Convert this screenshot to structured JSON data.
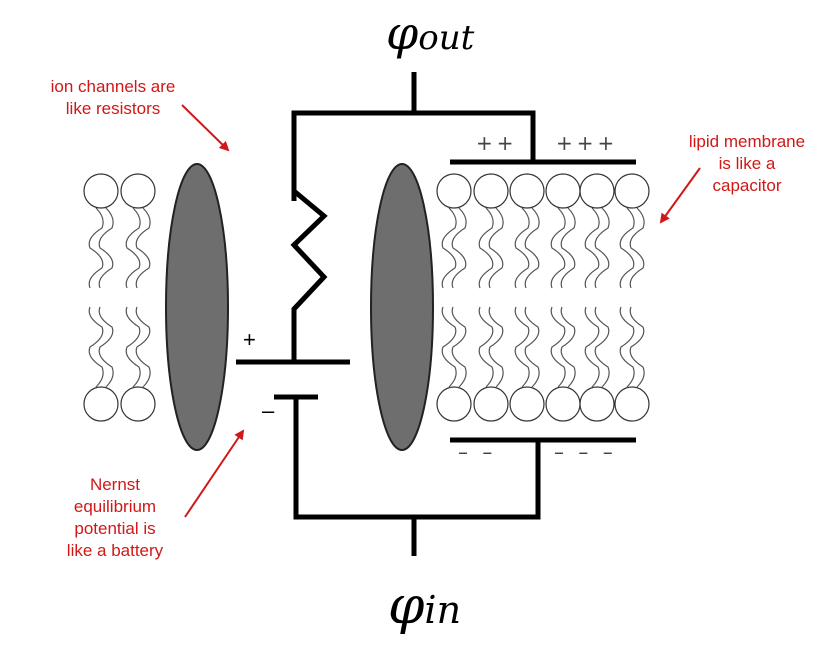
{
  "labels": {
    "phi_out_symbol": "φ",
    "phi_out_sub": "out",
    "phi_in_symbol": "φ",
    "phi_in_sub": "in",
    "ion_channels": "ion channels are\nlike resistors",
    "lipid_membrane": "lipid membrane\nis like a\ncapacitor",
    "nernst": "Nernst\nequilibrium\npotential is\nlike a battery",
    "battery_plus": "+",
    "battery_minus": "–",
    "cap_top_charges_left": "++",
    "cap_top_charges_right": "+++",
    "cap_bottom_charges_left": "– –",
    "cap_bottom_charges_right": "– – –"
  },
  "colors": {
    "annotation": "#d01818",
    "wire": "#000000",
    "channel": "#6e6e6e"
  }
}
